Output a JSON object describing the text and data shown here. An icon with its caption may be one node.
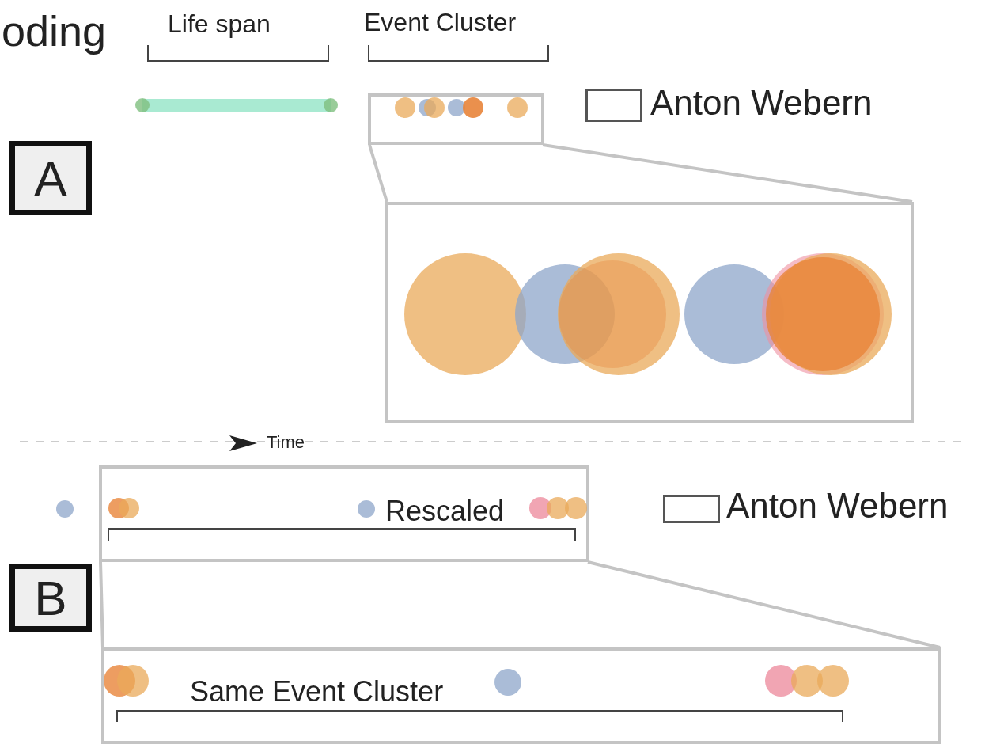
{
  "diagram": {
    "nodes": [
      {
        "text": [
          "A"
        ]
      },
      {
        "text": [],
        "shape": "box"
      },
      {
        "text": [],
        "shape": "box"
      },
      {
        "text": [
          "Rescaled"
        ]
      },
      {
        "text": [
          "B"
        ]
      },
      {
        "text": [
          "Same Event Cluster"
        ]
      }
    ],
    "edges": [
      {
        "from": 1,
        "to": 2,
        "arrow": "none"
      },
      {
        "from": 1,
        "to": 2,
        "arrow": "none"
      },
      {
        "from": 3,
        "to": 5,
        "arrow": "none"
      },
      {
        "from": 3,
        "to": 5,
        "arrow": "none"
      }
    ],
    "labels": [
      "oding",
      "Life span",
      "Event Cluster",
      "Time"
    ],
    "legend": [
      {
        "text": "Anton Webern"
      },
      {
        "text": "Anton Webern"
      }
    ]
  }
}
